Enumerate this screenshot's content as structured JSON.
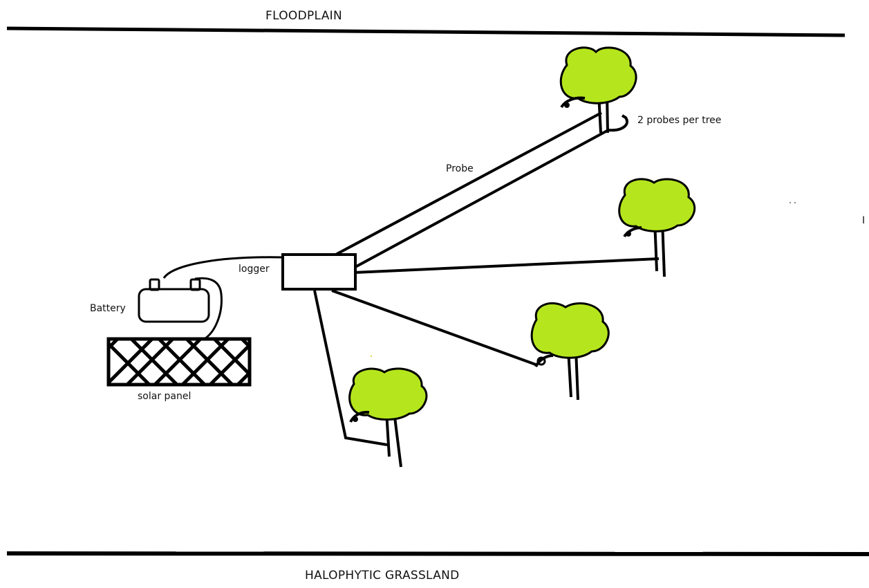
{
  "colors": {
    "ink": "#000000",
    "foliage": "#b5e61d",
    "background": "#ffffff"
  },
  "zones": {
    "top": "FLOODPLAIN",
    "bottom": "HALOPHYTIC GRASSLAND"
  },
  "labels": {
    "logger": "logger",
    "battery": "Battery",
    "solar_panel": "solar panel",
    "probe": "Probe",
    "probes_per_tree": "2 probes per tree",
    "stray_mark": "I"
  },
  "trees": [
    "tree-1",
    "tree-2",
    "tree-3",
    "tree-4"
  ]
}
